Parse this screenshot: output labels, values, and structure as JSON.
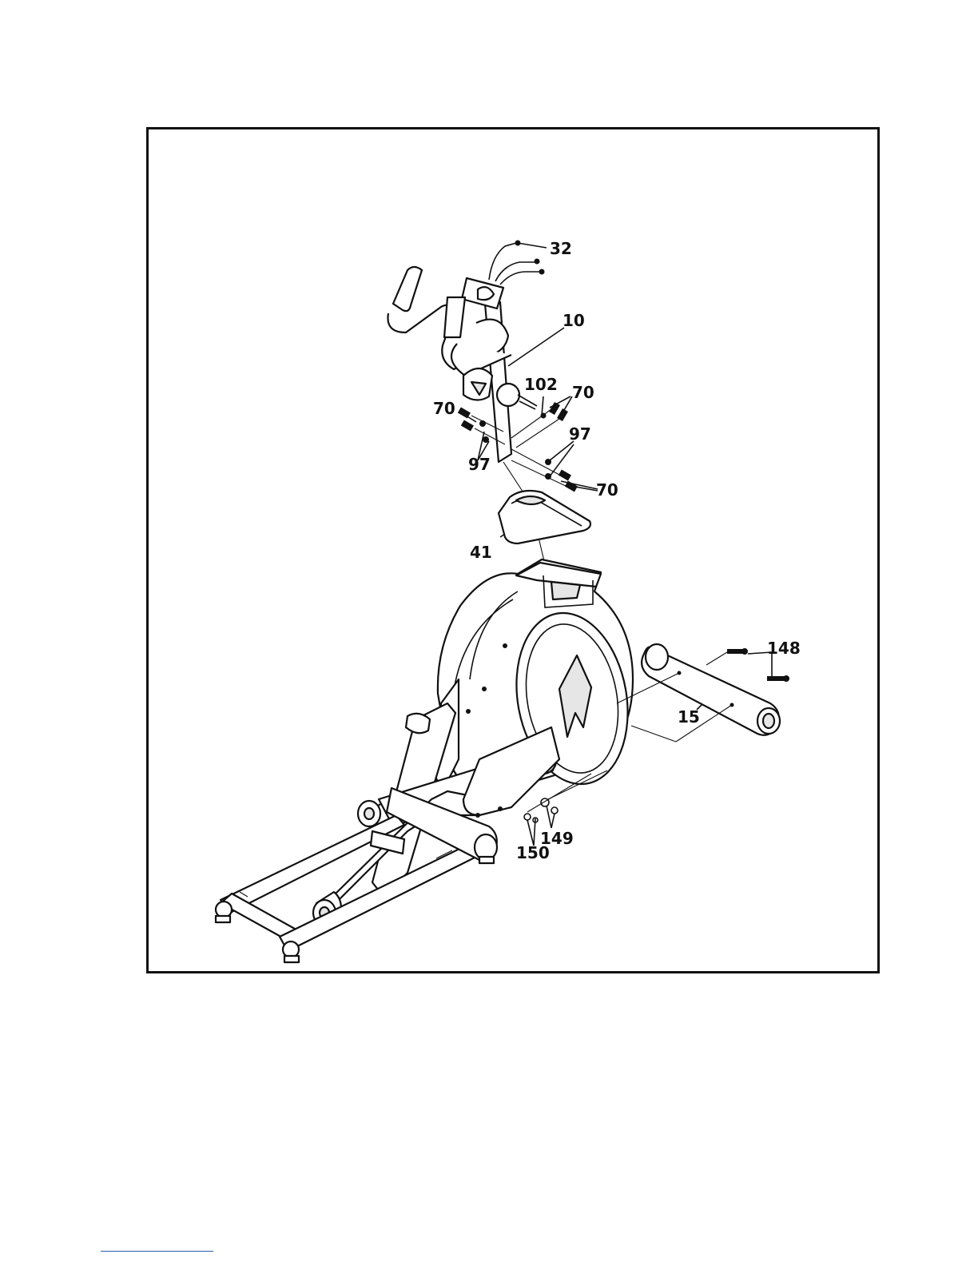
{
  "diagram": {
    "callouts": [
      {
        "id": "c32",
        "text": "32"
      },
      {
        "id": "c10",
        "text": "10"
      },
      {
        "id": "c102",
        "text": "102"
      },
      {
        "id": "c70a",
        "text": "70"
      },
      {
        "id": "c70b",
        "text": "70"
      },
      {
        "id": "c97a",
        "text": "97"
      },
      {
        "id": "c97b",
        "text": "97"
      },
      {
        "id": "c70c",
        "text": "70"
      },
      {
        "id": "c41",
        "text": "41"
      },
      {
        "id": "c148",
        "text": "148"
      },
      {
        "id": "c15",
        "text": "15"
      },
      {
        "id": "c149",
        "text": "149"
      },
      {
        "id": "c150",
        "text": "150"
      }
    ]
  },
  "colors": {
    "line": "#111111",
    "footer_rule": "#2a5db0"
  }
}
